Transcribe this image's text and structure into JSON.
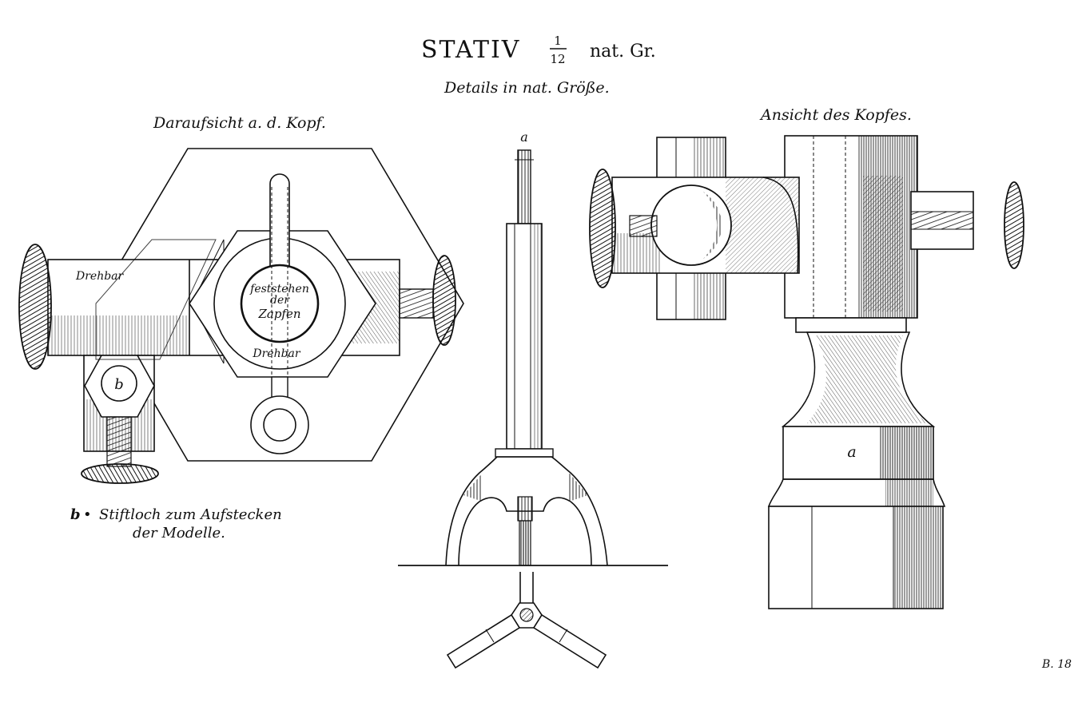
{
  "title": {
    "main": "STATIV",
    "frac_num": "1",
    "frac_den": "12",
    "suffix": "nat. Gr."
  },
  "subtitle": "Details in nat. Größe.",
  "views": {
    "top_view": {
      "heading": "Daraufsicht a. d. Kopf.",
      "label_drehbar_left": "Drehbar",
      "label_fixed_line1": "feststehen",
      "label_fixed_line2": "der",
      "label_fixed_line3": "Zapfen",
      "label_drehbar_center": "Drehbar",
      "label_b": "b"
    },
    "side_view": {
      "label_a": "a"
    },
    "head_view": {
      "heading": "Ansicht des Kopfes.",
      "label_a": "a"
    }
  },
  "legend": {
    "key": "b",
    "line1": "Stiftloch zum Aufstecken",
    "line2": "der Modelle."
  },
  "signature": "B. 18"
}
